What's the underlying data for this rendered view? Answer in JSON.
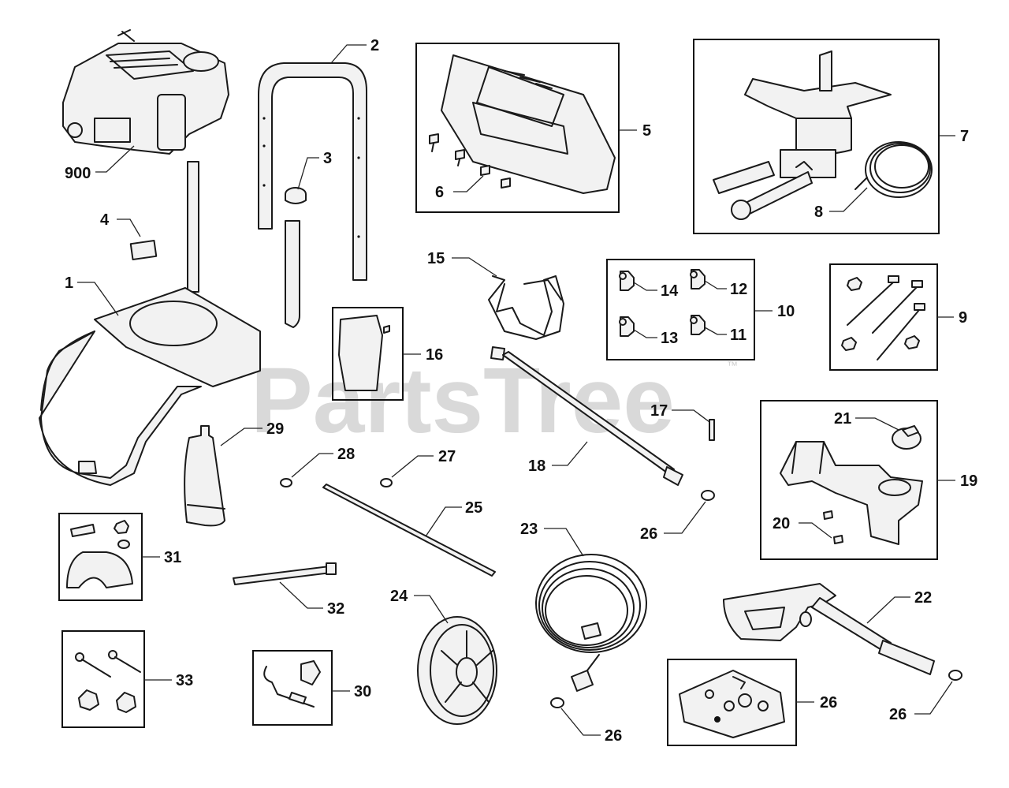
{
  "watermark": {
    "text": "PartsTree",
    "trademark": "™"
  },
  "callouts": {
    "c900": "900",
    "c2": "2",
    "c3": "3",
    "c4": "4",
    "c1": "1",
    "c5": "5",
    "c6": "6",
    "c7": "7",
    "c8": "8",
    "c15": "15",
    "c16": "16",
    "c14": "14",
    "c12": "12",
    "c13": "13",
    "c11": "11",
    "c10": "10",
    "c9": "9",
    "c17": "17",
    "c18": "18",
    "c26a": "26",
    "c21": "21",
    "c19": "19",
    "c20": "20",
    "c29": "29",
    "c28": "28",
    "c27": "27",
    "c25": "25",
    "c31": "31",
    "c32": "32",
    "c23": "23",
    "c24": "24",
    "c22": "22",
    "c26b": "26",
    "c33": "33",
    "c30": "30",
    "c26c": "26",
    "c26d": "26"
  }
}
